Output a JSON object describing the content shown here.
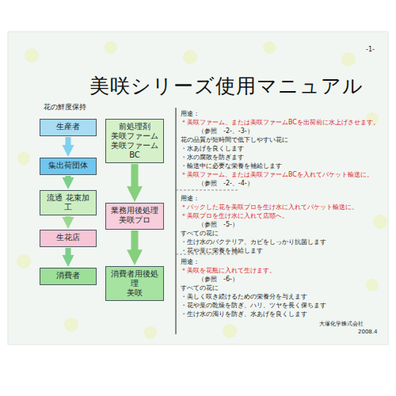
{
  "diagram": {
    "title": "美咲シリーズ使用マニュアル",
    "nodes": [
      {
        "text": [
          "生産者"
        ]
      },
      {
        "text": [
          "集出荷団体"
        ]
      },
      {
        "text": [
          "流通 花束加工"
        ]
      },
      {
        "text": [
          "生花店"
        ]
      },
      {
        "text": [
          "消費者"
        ]
      },
      {
        "text": [
          "前処理剤",
          "美咲ファーム 美咲ファームBC"
        ]
      },
      {
        "text": [
          "業務用後処理",
          "美咲プロ"
        ]
      },
      {
        "text": [
          "消費者用後処理",
          "美咲"
        ]
      }
    ],
    "edges": [
      {
        "from": 0,
        "to": 1,
        "arrow": "to"
      },
      {
        "from": 1,
        "to": 2,
        "arrow": "to"
      },
      {
        "from": 2,
        "to": 3,
        "arrow": "to"
      },
      {
        "from": 3,
        "to": 4,
        "arrow": "to"
      },
      {
        "from": 5,
        "to": 6,
        "arrow": "to"
      },
      {
        "from": 6,
        "to": 7,
        "arrow": "to"
      }
    ],
    "labels": [
      "-1-",
      "花の鮮度保持",
      "用途：",
      "＊美咲ファーム、または美咲ファームBCを出荷前に水上げさせます。",
      "（参照　-2-、-3-）",
      "花の品質が短時間で低下しやすい花に",
      "・水あげを良くします",
      "・水の腐敗を防ぎます",
      "・輸送中に必要な栄養を補給します",
      "＊美咲ファーム、または美咲ファームBCを入れてバケット輸送に。",
      "（参照　-2-、-4-）",
      "用途：",
      "＊パックした花を美咲プロを生け水に入れてバケット輸送に。",
      "＊美咲プロを生け水に入れて店頭へ。",
      "（参照　-5-）",
      "すべての花に",
      "・生け水のバクテリア、カビをしっかり抗菌します",
      "・花や葉に栄養を補給します",
      "用途：",
      "＊美咲を花瓶に入れて生けます。",
      "（参照　-6-）",
      "すべての花に",
      "・美しく咲き続けるための栄養分を与えます",
      "・花や葉の乾燥を防ぎ、ハリ、ツヤを長く保ちます",
      "・生け水の濁りを防ぎ、水あげを良くします",
      "大塚化学株式会社",
      "2008.4"
    ]
  }
}
